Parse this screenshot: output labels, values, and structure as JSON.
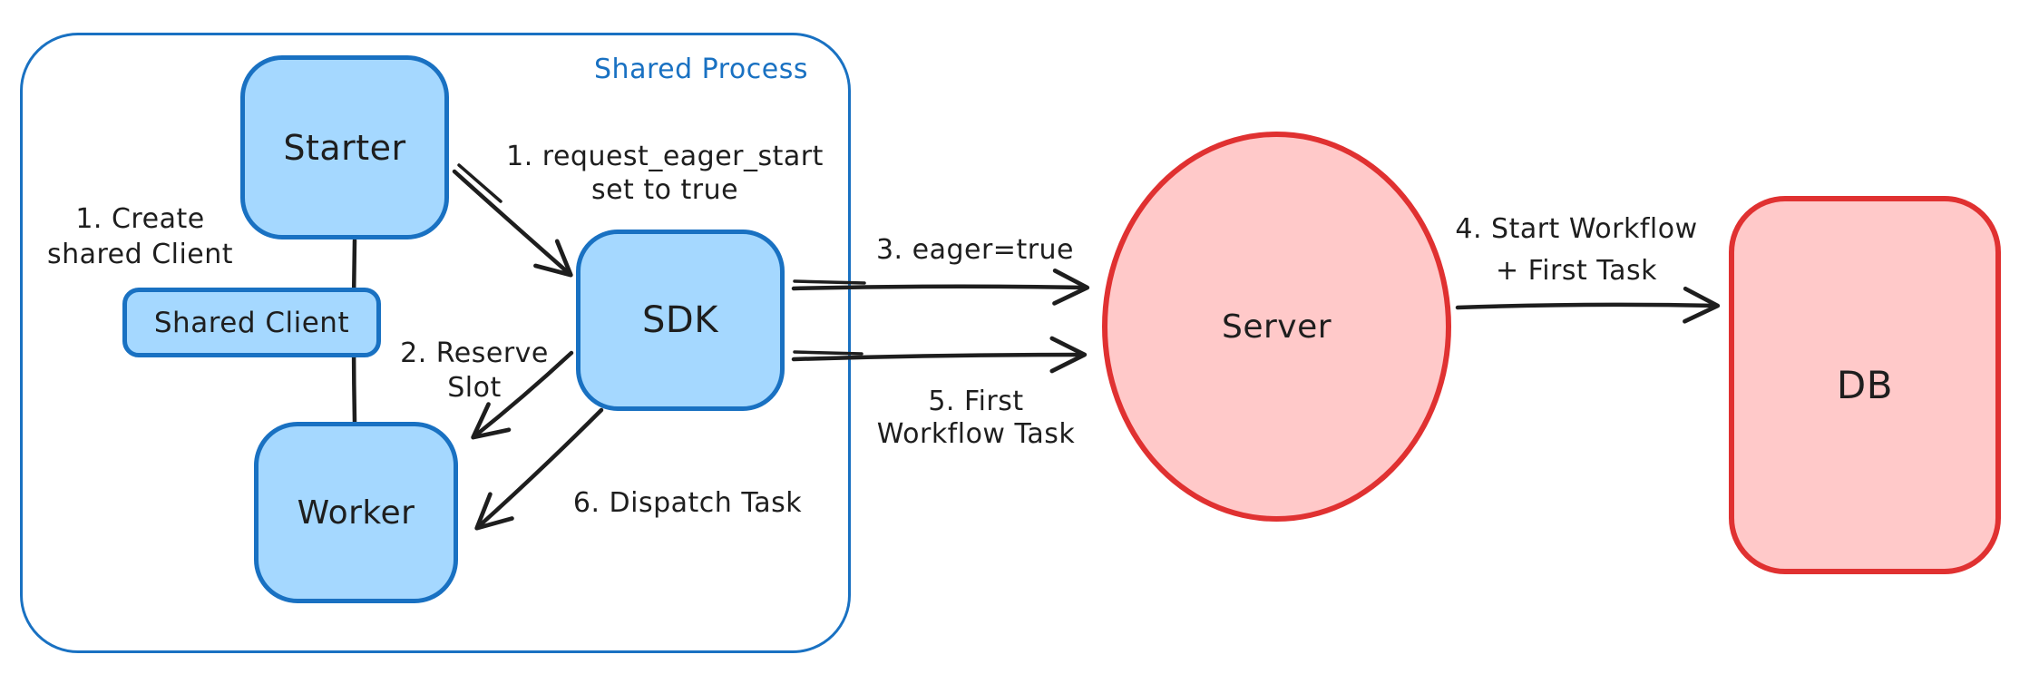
{
  "shared_process": {
    "label": "Shared Process"
  },
  "nodes": {
    "starter": {
      "label": "Starter"
    },
    "shared_client": {
      "label": "Shared Client"
    },
    "worker": {
      "label": "Worker"
    },
    "sdk": {
      "label": "SDK"
    },
    "server": {
      "label": "Server"
    },
    "db": {
      "label": "DB"
    }
  },
  "annotations": {
    "create_shared_client": {
      "line1": "1. Create",
      "line2": "shared Client"
    },
    "request_eager_start": {
      "line1": "1. request_eager_start",
      "line2": "set to true"
    },
    "reserve_slot": {
      "line1": "2. Reserve",
      "line2": "Slot"
    },
    "eager_true": {
      "label": "3. eager=true"
    },
    "start_workflow_first_task": {
      "line1": "4. Start Workflow",
      "line2": "+ First Task"
    },
    "first_workflow_task": {
      "line1": "5. First",
      "line2": "Workflow Task"
    },
    "dispatch_task": {
      "label": "6. Dispatch Task"
    }
  },
  "colors": {
    "blue_stroke": "#1971c2",
    "blue_fill": "#a5d8ff",
    "red_stroke": "#e03131",
    "red_fill": "#ffc9c9",
    "ink": "#1e1e1e",
    "background": "#ffffff"
  }
}
